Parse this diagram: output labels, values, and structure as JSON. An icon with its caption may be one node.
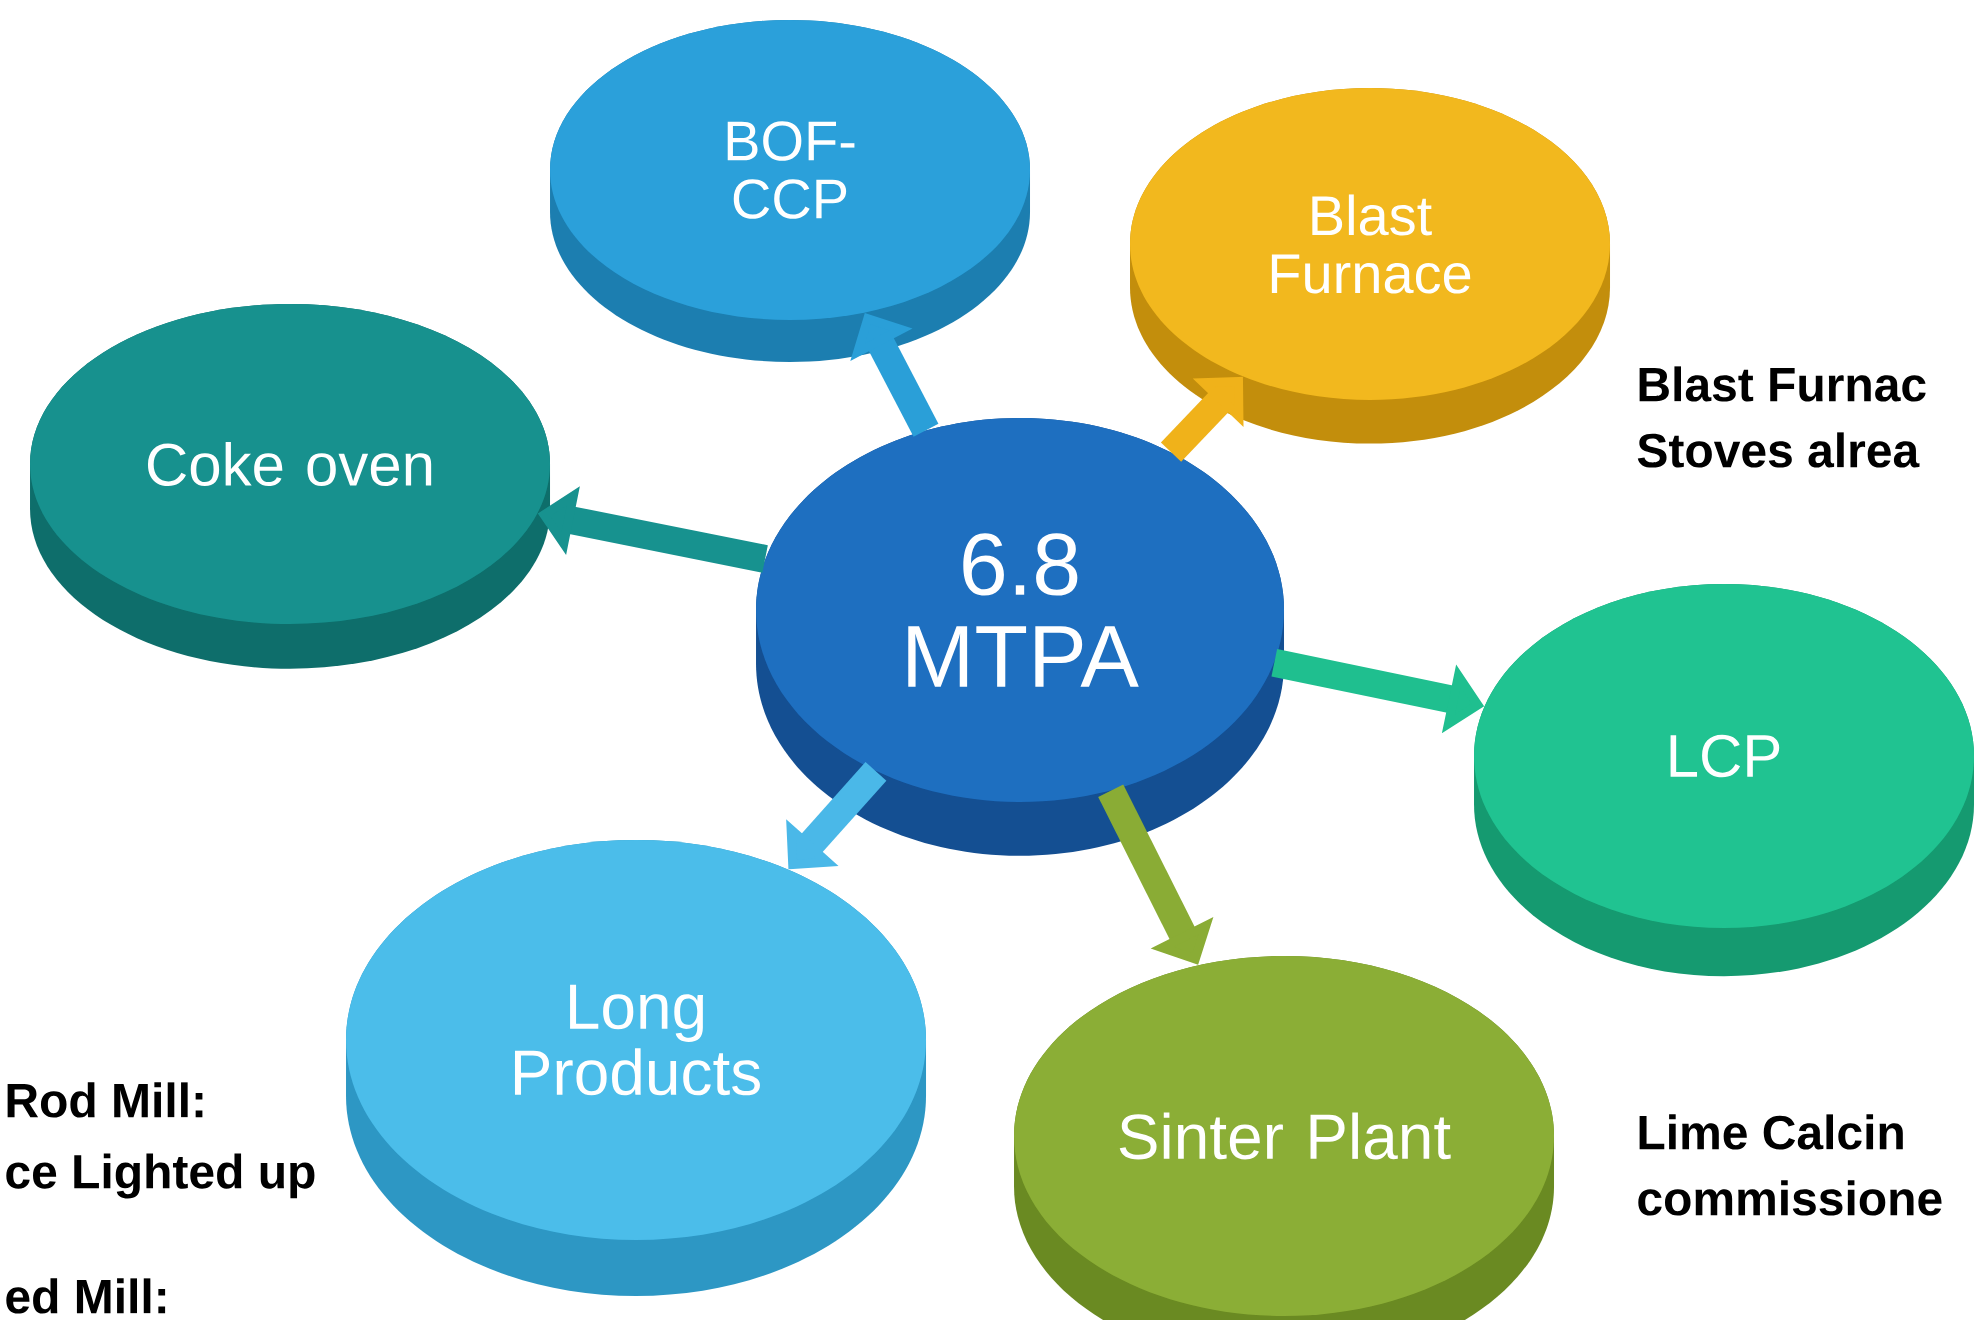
{
  "diagram": {
    "nodes": [
      {
        "text": [
          "BOF- CCP"
        ]
      },
      {
        "text": [
          "Blast Furnace"
        ]
      },
      {
        "text": [
          "Coke oven"
        ]
      },
      {
        "text": [
          "6.8 MTPA"
        ]
      },
      {
        "text": [
          "LCP"
        ]
      },
      {
        "text": [
          "Long Products"
        ]
      },
      {
        "text": [
          "Sinter Plant"
        ]
      }
    ],
    "edges": [
      {
        "from": 3,
        "to": 0,
        "arrow": "to",
        "color": "#2a9fd8"
      },
      {
        "from": 3,
        "to": 1,
        "arrow": "to",
        "color": "#f0b21a"
      },
      {
        "from": 3,
        "to": 2,
        "arrow": "to",
        "color": "#17928f"
      },
      {
        "from": 3,
        "to": 4,
        "arrow": "to",
        "color": "#1fbf8f"
      },
      {
        "from": 3,
        "to": 5,
        "arrow": "to",
        "color": "#4ab8e8"
      },
      {
        "from": 3,
        "to": 6,
        "arrow": "to",
        "color": "#8aac35"
      }
    ],
    "labels": [
      "Blast Furnac",
      "Stoves alrea",
      "Rod Mill:",
      "ce Lighted up",
      "Lime Calcin",
      "commissione",
      "ed Mill:"
    ]
  }
}
